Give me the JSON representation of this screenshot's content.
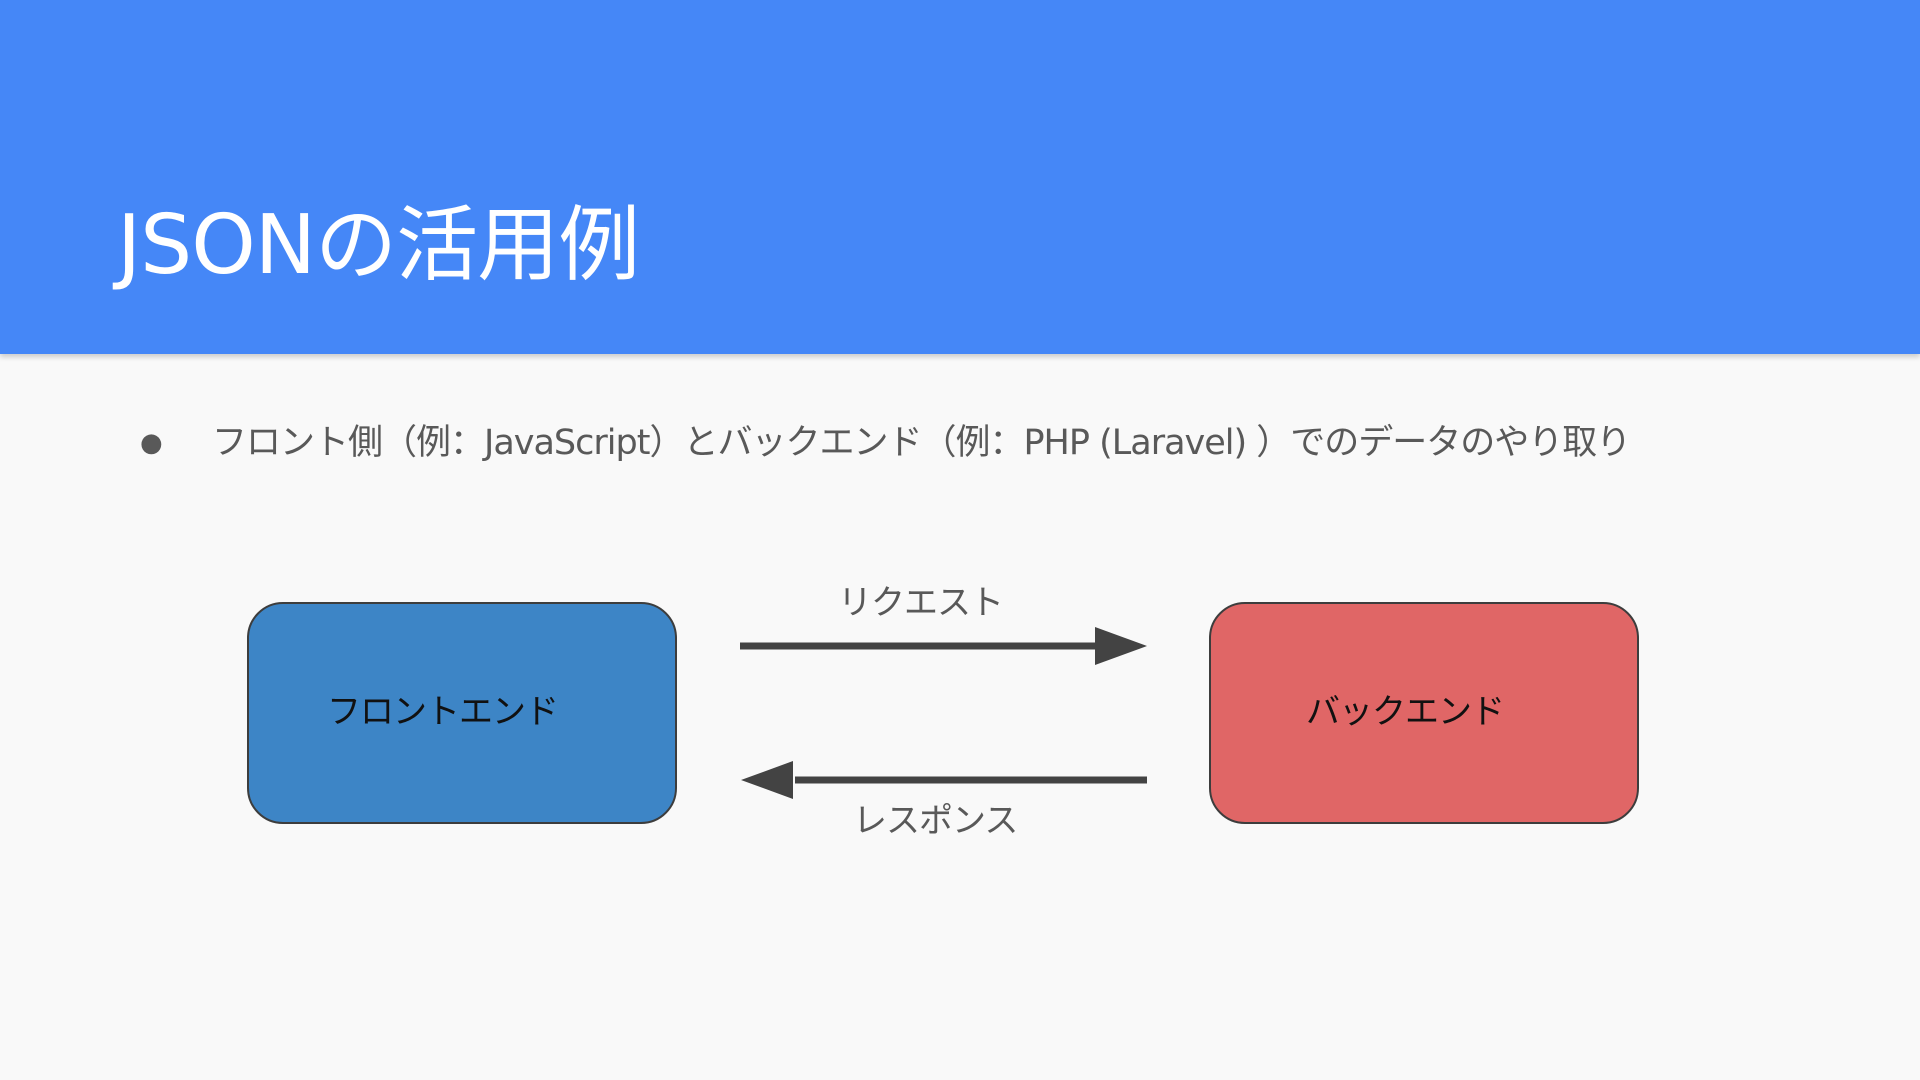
{
  "slide": {
    "title": "JSONの活用例",
    "bullets": [
      "フロント側（例：JavaScript）とバックエンド（例：PHP (Laravel) ）でのデータのやり取り"
    ],
    "bullet_symbol": "●"
  },
  "diagram": {
    "frontend_label": "フロントエンド",
    "backend_label": "バックエンド",
    "request_label": "リクエスト",
    "response_label": "レスポンス"
  },
  "colors": {
    "header": "#4587f7",
    "background": "#f9f9f9",
    "frontend_box": "#3d85c6",
    "backend_box": "#e06666",
    "arrow": "#434343"
  }
}
